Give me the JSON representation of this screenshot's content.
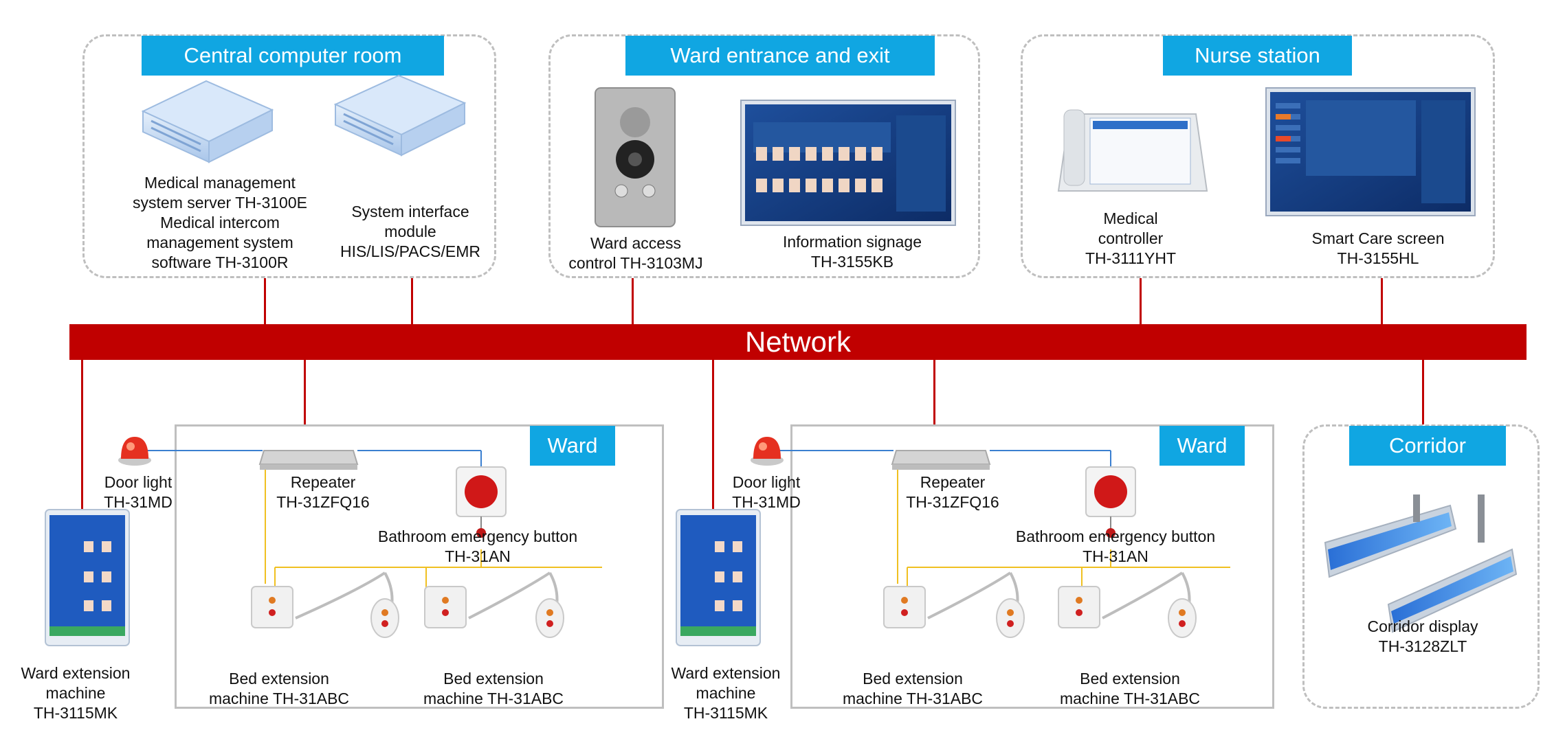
{
  "groups": {
    "central": {
      "title": "Central computer room"
    },
    "entrance": {
      "title": "Ward entrance and exit"
    },
    "nurse": {
      "title": "Nurse station"
    },
    "ward1": {
      "title": "Ward"
    },
    "ward2": {
      "title": "Ward"
    },
    "corridor": {
      "title": "Corridor"
    }
  },
  "network": {
    "label": "Network"
  },
  "devices": {
    "server": [
      "Medical management",
      "system server TH-3100E",
      "Medical intercom",
      "management system",
      "software TH-3100R"
    ],
    "interface": [
      "System interface",
      "module",
      "HIS/LIS/PACS/EMR"
    ],
    "access": [
      "Ward access",
      "control TH-3103MJ"
    ],
    "signage": [
      "Information signage",
      "TH-3155KB"
    ],
    "controller": [
      "Medical",
      "controller",
      "TH-3111YHT"
    ],
    "smartcare": [
      "Smart Care screen",
      "TH-3155HL"
    ],
    "doorlight1": [
      "Door light",
      "TH-31MD"
    ],
    "repeater1": [
      "Repeater",
      "TH-31ZFQ16"
    ],
    "bathroom1": [
      "Bathroom emergency button",
      "TH-31AN"
    ],
    "ward_ext1": [
      "Ward extension",
      "machine",
      "TH-3115MK"
    ],
    "bed1a": [
      "Bed extension",
      "machine TH-31ABC"
    ],
    "bed1b": [
      "Bed extension",
      "machine TH-31ABC"
    ],
    "doorlight2": [
      "Door light",
      "TH-31MD"
    ],
    "repeater2": [
      "Repeater",
      "TH-31ZFQ16"
    ],
    "bathroom2": [
      "Bathroom emergency button",
      "TH-31AN"
    ],
    "ward_ext2": [
      "Ward extension",
      "machine",
      "TH-3115MK"
    ],
    "bed2a": [
      "Bed extension",
      "machine TH-31ABC"
    ],
    "bed2b": [
      "Bed extension",
      "machine TH-31ABC"
    ],
    "corridor_display": [
      "Corridor display",
      "TH-3128ZLT"
    ]
  },
  "colors": {
    "network": "#c00000",
    "title_bg": "#10a6e2",
    "border": "#bfbfbf",
    "bus_wire": "#f0c020",
    "signal_wire": "#3a7fd0"
  }
}
